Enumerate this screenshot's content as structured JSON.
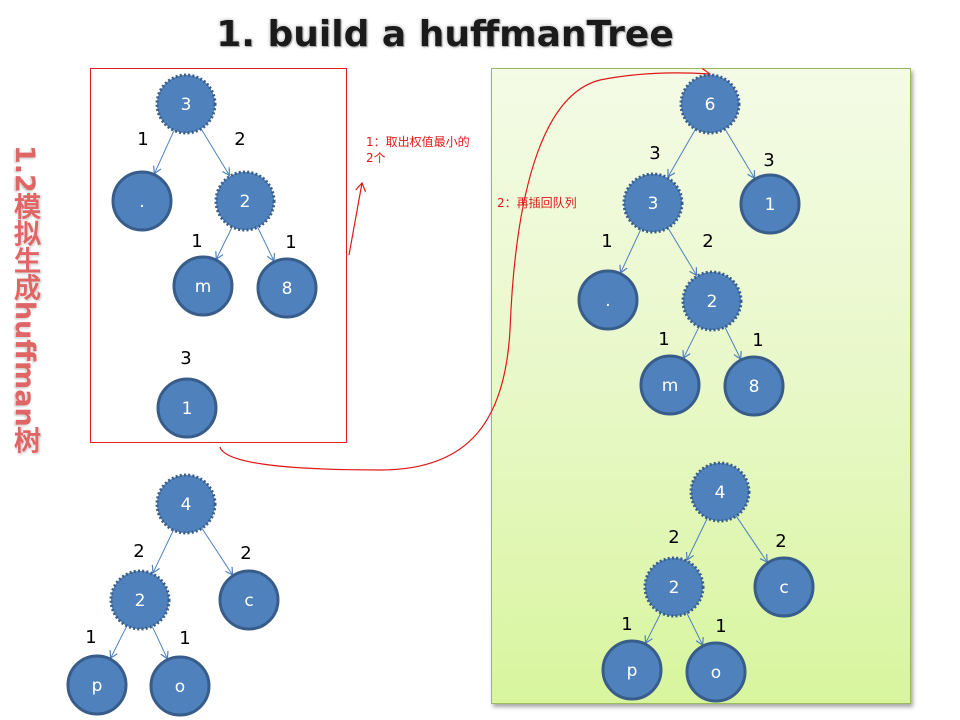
{
  "title": "1. build a huffmanTree",
  "side_title": "1.2模拟生成huffman树",
  "notes": {
    "step1": "1：取出权值最小的2个",
    "step2": "2：再插回队列"
  },
  "colors": {
    "node_fill": "#4f81bd",
    "node_stroke": "#385d8a",
    "edge": "#4f81bd",
    "annotation": "#e01818",
    "panel_border": "#9bbb59"
  },
  "left": {
    "tree_a": {
      "root": {
        "label": "3"
      },
      "nodes": [
        {
          "id": "a_root",
          "label": "3",
          "internal": true
        },
        {
          "id": "a_dot",
          "label": ".",
          "internal": false
        },
        {
          "id": "a_2",
          "label": "2",
          "internal": true
        },
        {
          "id": "a_m",
          "label": "m",
          "internal": false
        },
        {
          "id": "a_8",
          "label": "8",
          "internal": false
        }
      ],
      "edges": [
        {
          "from": "a_root",
          "to": "a_dot",
          "weight": "1"
        },
        {
          "from": "a_root",
          "to": "a_2",
          "weight": "2"
        },
        {
          "from": "a_2",
          "to": "a_m",
          "weight": "1"
        },
        {
          "from": "a_2",
          "to": "a_8",
          "weight": "1"
        }
      ]
    },
    "single": {
      "label": "1",
      "weight": "3"
    },
    "tree_b": {
      "nodes": [
        {
          "id": "b_root",
          "label": "4",
          "internal": true
        },
        {
          "id": "b_2",
          "label": "2",
          "internal": true
        },
        {
          "id": "b_c",
          "label": "c",
          "internal": false
        },
        {
          "id": "b_p",
          "label": "p",
          "internal": false
        },
        {
          "id": "b_o",
          "label": "o",
          "internal": false
        }
      ],
      "edges": [
        {
          "from": "b_root",
          "to": "b_2",
          "weight": "2"
        },
        {
          "from": "b_root",
          "to": "b_c",
          "weight": "2"
        },
        {
          "from": "b_2",
          "to": "b_p",
          "weight": "1"
        },
        {
          "from": "b_2",
          "to": "b_o",
          "weight": "1"
        }
      ]
    }
  },
  "right": {
    "tree_a": {
      "nodes": [
        {
          "id": "r_root",
          "label": "6",
          "internal": true
        },
        {
          "id": "r_3",
          "label": "3",
          "internal": true
        },
        {
          "id": "r_1",
          "label": "1",
          "internal": false
        },
        {
          "id": "r_dot",
          "label": ".",
          "internal": false
        },
        {
          "id": "r_2",
          "label": "2",
          "internal": true
        },
        {
          "id": "r_m",
          "label": "m",
          "internal": false
        },
        {
          "id": "r_8",
          "label": "8",
          "internal": false
        }
      ],
      "edges": [
        {
          "from": "r_root",
          "to": "r_3",
          "weight": "3"
        },
        {
          "from": "r_root",
          "to": "r_1",
          "weight": "3"
        },
        {
          "from": "r_3",
          "to": "r_dot",
          "weight": "1"
        },
        {
          "from": "r_3",
          "to": "r_2",
          "weight": "2"
        },
        {
          "from": "r_2",
          "to": "r_m",
          "weight": "1"
        },
        {
          "from": "r_2",
          "to": "r_8",
          "weight": "1"
        }
      ]
    },
    "tree_b": {
      "nodes": [
        {
          "id": "s_root",
          "label": "4",
          "internal": true
        },
        {
          "id": "s_2",
          "label": "2",
          "internal": true
        },
        {
          "id": "s_c",
          "label": "c",
          "internal": false
        },
        {
          "id": "s_p",
          "label": "p",
          "internal": false
        },
        {
          "id": "s_o",
          "label": "o",
          "internal": false
        }
      ],
      "edges": [
        {
          "from": "s_root",
          "to": "s_2",
          "weight": "2"
        },
        {
          "from": "s_root",
          "to": "s_c",
          "weight": "2"
        },
        {
          "from": "s_2",
          "to": "s_p",
          "weight": "1"
        },
        {
          "from": "s_2",
          "to": "s_o",
          "weight": "1"
        }
      ]
    }
  }
}
